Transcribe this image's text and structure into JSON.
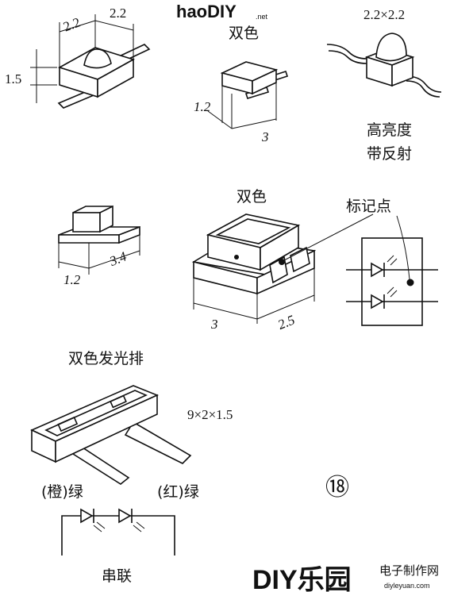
{
  "watermark_top": {
    "brand": "haoDIY",
    "suffix": ".net",
    "color_green": "#6fb83a",
    "color_orange": "#f08a1c"
  },
  "watermark_bottom": {
    "brand": "DIY乐园",
    "site": "电子制作网",
    "url": "diyleyuan.com",
    "color": "#7fc6e0"
  },
  "part1": {
    "dim_w": "2.2",
    "dim_d": "2.2",
    "dim_h": "1.5"
  },
  "part2": {
    "label": "双色",
    "dim_a": "1.2",
    "dim_b": "3"
  },
  "part3": {
    "dim_top": "2.2×2.2",
    "label_line1": "高亮度",
    "label_line2": "带反射"
  },
  "part4": {
    "dim_a": "1.2",
    "dim_b": "3.4"
  },
  "part5": {
    "label": "双色",
    "marker_label": "标记点",
    "dim_a": "3",
    "dim_b": "2.5"
  },
  "part6": {
    "label": "双色发光排",
    "dim": "9×2×1.5",
    "led_left": "(橙)绿",
    "led_right": "(红)绿",
    "connection": "串联"
  },
  "figure_number": "⑱"
}
